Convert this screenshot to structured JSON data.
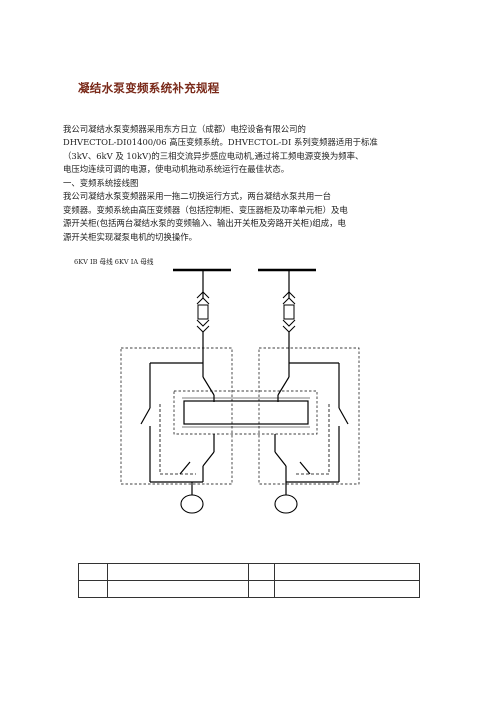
{
  "document": {
    "title": "凝结水泵变频系统补充规程",
    "intro_lines": [
      "我公司凝结水泵变频器采用东方日立（成都）电控设备有限公司的",
      "DHVECTOL-DI01400/06 高压变频系统。DHVECTOL-DI 系列变频器适用于标准",
      "（3kV、6kV 及 10kV)的三相交流异步感应电动机,通过将工频电源变换为频率、",
      "电压均连续可调的电源，使电动机拖动系统运行在最佳状态。"
    ],
    "section_heading": "一、变频系统接线图",
    "section_lines": [
      "我公司凝结水泵变频器采用一拖二切换运行方式，两台凝结水泵共用一台",
      "变频器。变频系统由高压变频器（包括控制柜、变压器柜及功率单元柜）及电",
      "源开关柜(包括两台凝结水泵的变频输入、输出开关柜及旁路开关柜)组成，电",
      "源开关柜实现凝泵电机的切换操作。"
    ],
    "diagram_caption": "6KV IB  母线 6KV IA  母线"
  }
}
